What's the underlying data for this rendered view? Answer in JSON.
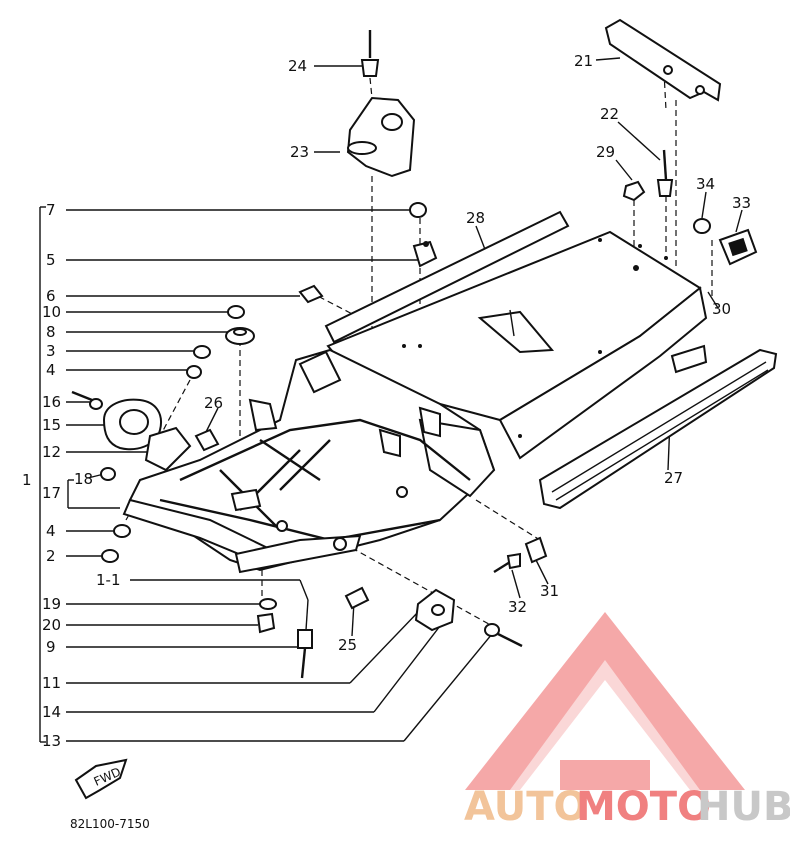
{
  "diagram": {
    "drawing_code": "82L100-7150",
    "fwd_label": "FWD",
    "callouts": {
      "c1": "1",
      "c1_1": "1-1",
      "c2": "2",
      "c3": "3",
      "c4a": "4",
      "c4b": "4",
      "c5": "5",
      "c6": "6",
      "c7": "7",
      "c8": "8",
      "c9": "9",
      "c10": "10",
      "c11": "11",
      "c12": "12",
      "c13": "13",
      "c14": "14",
      "c15": "15",
      "c16": "16",
      "c17": "17",
      "c18": "18",
      "c19": "19",
      "c20": "20",
      "c21": "21",
      "c22": "22",
      "c23": "23",
      "c24": "24",
      "c25": "25",
      "c26": "26",
      "c27": "27",
      "c28": "28",
      "c29": "29",
      "c30": "30",
      "c31": "31",
      "c32": "32",
      "c33": "33",
      "c34": "34"
    }
  },
  "watermark": {
    "auto": "AUTO",
    "moto": "MOTO",
    "hub": "HUB",
    "colors": {
      "auto": "#f2c49a",
      "moto": "#f08080",
      "hub": "#c8c8c8",
      "logo": "#f28b8b"
    }
  }
}
